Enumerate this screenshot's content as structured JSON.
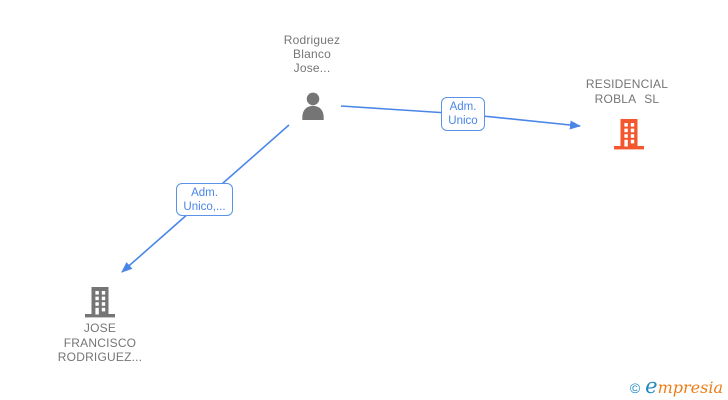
{
  "diagram": {
    "type": "corporate-relationship-graph",
    "background": "#ffffff",
    "colors": {
      "edge_blue": "#4a86e8",
      "edge_label_border": "#5b93e8",
      "node_gray": "#757575",
      "label_gray": "#757575",
      "company_orange": "#f4572d",
      "brand_blue": "#1d8ac4",
      "brand_orange": "#ee7d17"
    },
    "nodes": {
      "person": {
        "kind": "person",
        "label": [
          "Rodriguez",
          "Blanco",
          "Jose..."
        ]
      },
      "company_right": {
        "kind": "company",
        "label": [
          "RESIDENCIAL",
          "ROBLA SL"
        ]
      },
      "company_left": {
        "kind": "company",
        "label": [
          "JOSE",
          "FRANCISCO",
          "RODRIGUEZ..."
        ]
      }
    },
    "edges": [
      {
        "from": "person",
        "to": "company_right",
        "label": [
          "Adm.",
          "Unico"
        ]
      },
      {
        "from": "person",
        "to": "company_left",
        "label": [
          "Adm.",
          "Unico,..."
        ]
      }
    ]
  },
  "footer": {
    "copyright": "©",
    "brand_first_letter": "e",
    "brand_rest": "mpresia"
  }
}
